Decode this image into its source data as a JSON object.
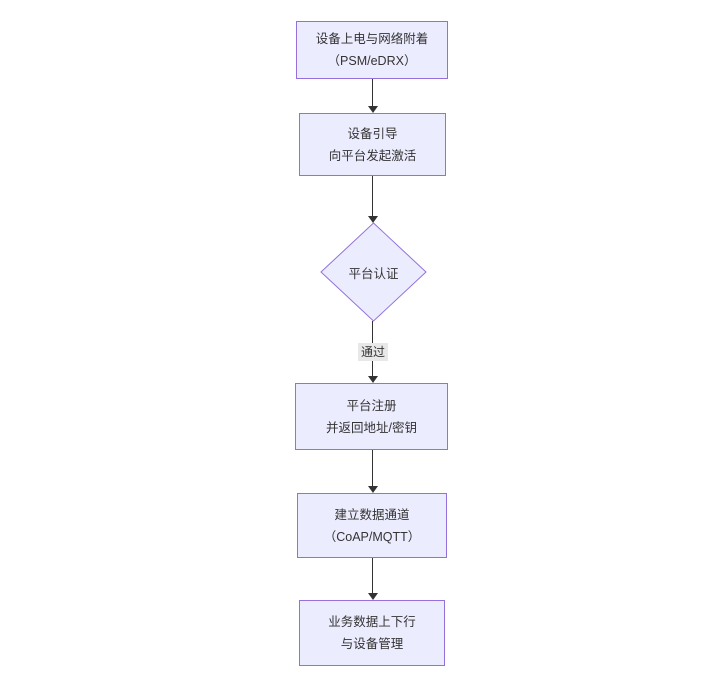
{
  "diagram": {
    "type": "flowchart-top-down",
    "background": "#ffffff",
    "colors": {
      "node_fill": "#ECECFF",
      "node_border": "#9370DB",
      "edge_line": "#333333",
      "arrowhead": "#333333",
      "edge_label_bg": "#e8e8e8",
      "text": "#333333"
    },
    "nodes": [
      {
        "shape": "rect",
        "lines": [
          "设备上电与网络附着",
          "（PSM/eDRX）"
        ]
      },
      {
        "shape": "rect",
        "lines": [
          "设备引导",
          "向平台发起激活"
        ]
      },
      {
        "shape": "diamond",
        "lines": [
          "平台认证"
        ]
      },
      {
        "shape": "rect",
        "lines": [
          "平台注册",
          "并返回地址/密钥"
        ]
      },
      {
        "shape": "rect",
        "lines": [
          "建立数据通道",
          "（CoAP/MQTT）"
        ]
      },
      {
        "shape": "rect",
        "lines": [
          "业务数据上下行",
          "与设备管理"
        ]
      }
    ],
    "edges": [
      {
        "from": 0,
        "to": 1,
        "label": ""
      },
      {
        "from": 1,
        "to": 2,
        "label": ""
      },
      {
        "from": 2,
        "to": 3,
        "label": "通过"
      },
      {
        "from": 3,
        "to": 4,
        "label": ""
      },
      {
        "from": 4,
        "to": 5,
        "label": ""
      }
    ]
  }
}
